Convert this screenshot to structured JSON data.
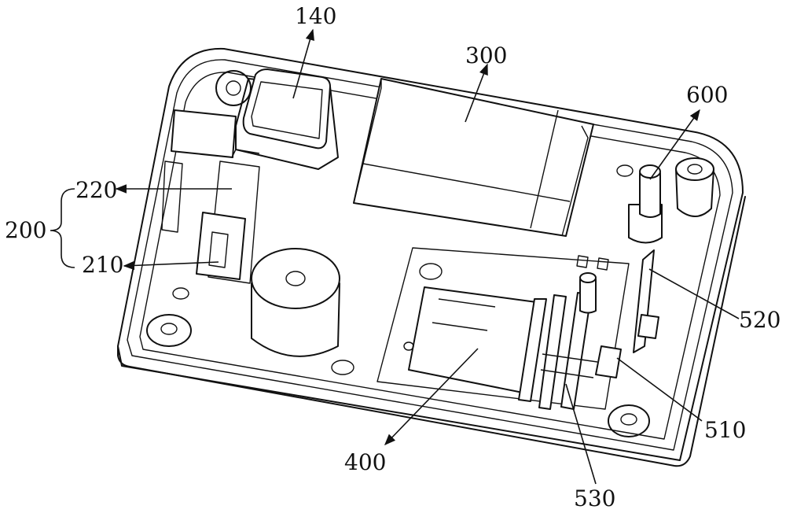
{
  "labels": {
    "l140": "140",
    "l300": "300",
    "l600": "600",
    "l220": "220",
    "l200": "200",
    "l210": "210",
    "l520": "520",
    "l510": "510",
    "l400": "400",
    "l530": "530"
  },
  "colors": {
    "line": "#111111",
    "background": "#ffffff"
  }
}
